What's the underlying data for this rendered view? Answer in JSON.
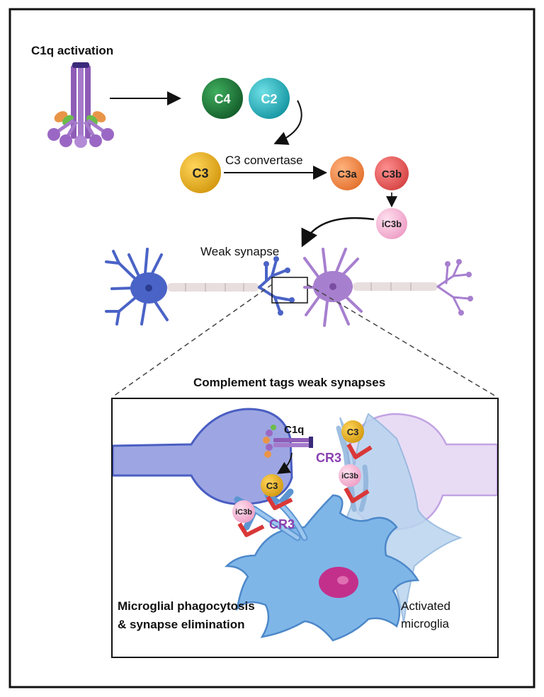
{
  "labels": {
    "c1q_activation": "C1q activation",
    "c4": "C4",
    "c2": "C2",
    "c3": "C3",
    "c3_convertase": "C3 convertase",
    "c3a": "C3a",
    "c3b": "C3b",
    "ic3b": "iC3b",
    "weak_synapse": "Weak synapse",
    "panel_title": "Complement tags weak synapses",
    "c1q": "C1q",
    "cr3": "CR3",
    "phagocytosis_line1": "Microglial phagocytosis",
    "phagocytosis_line2": "& synapse elimination",
    "activated_line1": "Activated",
    "activated_line2": "microglia"
  },
  "colors": {
    "c4": "#1e7a3a",
    "c2": "#1fb8c4",
    "c3": "#e8b21c",
    "c3a": "#f08a4b",
    "c3b": "#e8585a",
    "ic3b": "#f4b8d6",
    "c1q_purple": "#9b6bbf",
    "neuron_blue": "#4a63c6",
    "neuron_purple": "#a77fcf",
    "microglia": "#6aa9e0",
    "receptor_red": "#d93838",
    "cr3_text": "#8a3fb0"
  }
}
